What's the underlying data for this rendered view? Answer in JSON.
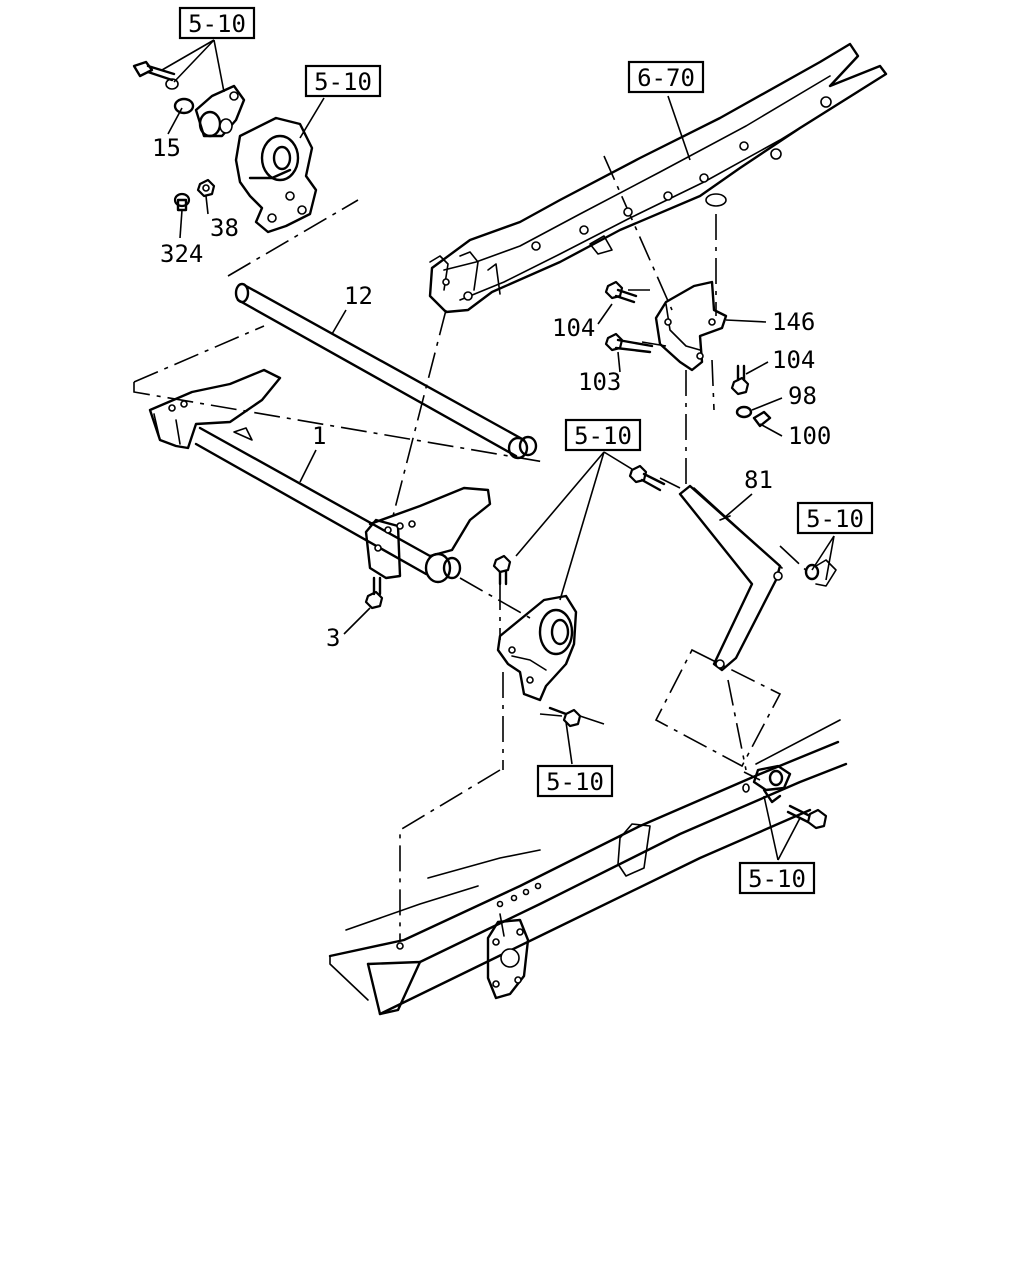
{
  "references": [
    {
      "id": "ref-top-left",
      "label": "5-10"
    },
    {
      "id": "ref-mount-upper",
      "label": "5-10"
    },
    {
      "id": "ref-frame",
      "label": "6-70"
    },
    {
      "id": "ref-center",
      "label": "5-10"
    },
    {
      "id": "ref-right",
      "label": "5-10"
    },
    {
      "id": "ref-bolt-center",
      "label": "5-10"
    },
    {
      "id": "ref-bottom-right",
      "label": "5-10"
    }
  ],
  "callouts": [
    {
      "id": "15",
      "label": "15"
    },
    {
      "id": "38",
      "label": "38"
    },
    {
      "id": "324",
      "label": "324"
    },
    {
      "id": "12",
      "label": "12"
    },
    {
      "id": "1",
      "label": "1"
    },
    {
      "id": "3",
      "label": "3"
    },
    {
      "id": "104a",
      "label": "104"
    },
    {
      "id": "146",
      "label": "146"
    },
    {
      "id": "103",
      "label": "103"
    },
    {
      "id": "104b",
      "label": "104"
    },
    {
      "id": "98",
      "label": "98"
    },
    {
      "id": "100",
      "label": "100"
    },
    {
      "id": "81",
      "label": "81"
    }
  ]
}
